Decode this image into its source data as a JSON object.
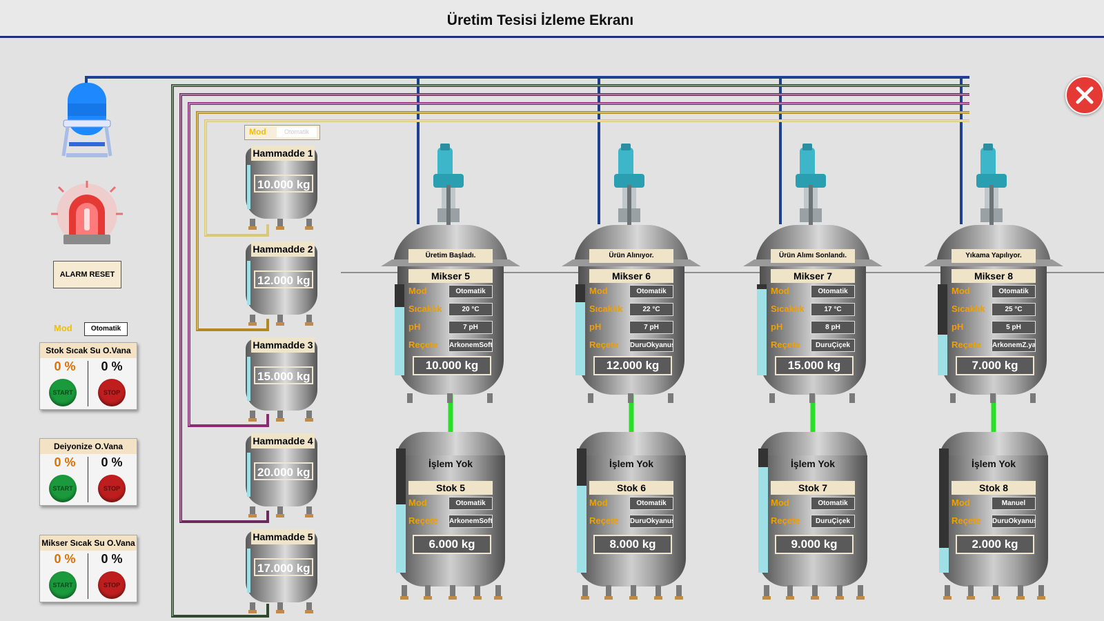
{
  "header": {
    "title": "Üretim Tesisi İzleme Ekranı"
  },
  "alarm_reset_label": "ALARM RESET",
  "global_mode": {
    "label": "Mod",
    "value": "Otomatik"
  },
  "raw_mode": {
    "label": "Mod",
    "value": "Otomatik"
  },
  "valves": [
    {
      "title": "Stok Sıcak Su O.Vana",
      "pct1": "0 %",
      "pct2": "0 %",
      "start": "START",
      "stop": "STOP"
    },
    {
      "title": "Deiyonize O.Vana",
      "pct1": "0 %",
      "pct2": "0 %",
      "start": "START",
      "stop": "STOP"
    },
    {
      "title": "Mikser Sıcak Su O.Vana",
      "pct1": "0 %",
      "pct2": "0 %",
      "start": "START",
      "stop": "STOP"
    }
  ],
  "raw_tanks": [
    {
      "name": "Hammadde 1",
      "value": "10.000 kg"
    },
    {
      "name": "Hammadde 2",
      "value": "12.000 kg"
    },
    {
      "name": "Hammadde 3",
      "value": "15.000 kg"
    },
    {
      "name": "Hammadde 4",
      "value": "20.000 kg"
    },
    {
      "name": "Hammadde 5",
      "value": "17.000 kg"
    }
  ],
  "labels": {
    "mod": "Mod",
    "sicaklik": "Sıcaklık",
    "ph": "pH",
    "recete": "Reçete"
  },
  "mixers": [
    {
      "status": "Üretim Başladı.",
      "name": "Mikser 5",
      "mode": "Otomatik",
      "temp": "20 °C",
      "ph": "7 pH",
      "recipe": "ArkonemSoft",
      "weight": "10.000 kg",
      "level": 0.75,
      "stock": {
        "status": "İşlem Yok",
        "name": "Stok 5",
        "mode": "Otomatik",
        "recipe": "ArkonemSoft",
        "weight": "6.000 kg",
        "level": 0.55
      }
    },
    {
      "status": "Ürün Alınıyor.",
      "name": "Mikser 6",
      "mode": "Otomatik",
      "temp": "22 °C",
      "ph": "7 pH",
      "recipe": "DuruOkyanus",
      "weight": "12.000 kg",
      "level": 0.8,
      "stock": {
        "status": "İşlem Yok",
        "name": "Stok 6",
        "mode": "Otomatik",
        "recipe": "DuruOkyanus",
        "weight": "8.000 kg",
        "level": 0.7
      }
    },
    {
      "status": "Ürün Alımı Sonlandı.",
      "name": "Mikser 7",
      "mode": "Otomatik",
      "temp": "17 °C",
      "ph": "8 pH",
      "recipe": "DuruÇiçek",
      "weight": "15.000 kg",
      "level": 0.95,
      "stock": {
        "status": "İşlem Yok",
        "name": "Stok 7",
        "mode": "Otomatik",
        "recipe": "DuruÇiçek",
        "weight": "9.000 kg",
        "level": 0.85
      }
    },
    {
      "status": "Yıkama Yapılıyor.",
      "name": "Mikser 8",
      "mode": "Otomatik",
      "temp": "25 °C",
      "ph": "5 pH",
      "recipe": "ArkonemZ.yaç",
      "weight": "7.000 kg",
      "level": 0.45,
      "stock": {
        "status": "İşlem Yok",
        "name": "Stok 8",
        "mode": "Manuel",
        "recipe": "DuruOkyanus",
        "weight": "2.000 kg",
        "level": 0.2
      }
    }
  ]
}
